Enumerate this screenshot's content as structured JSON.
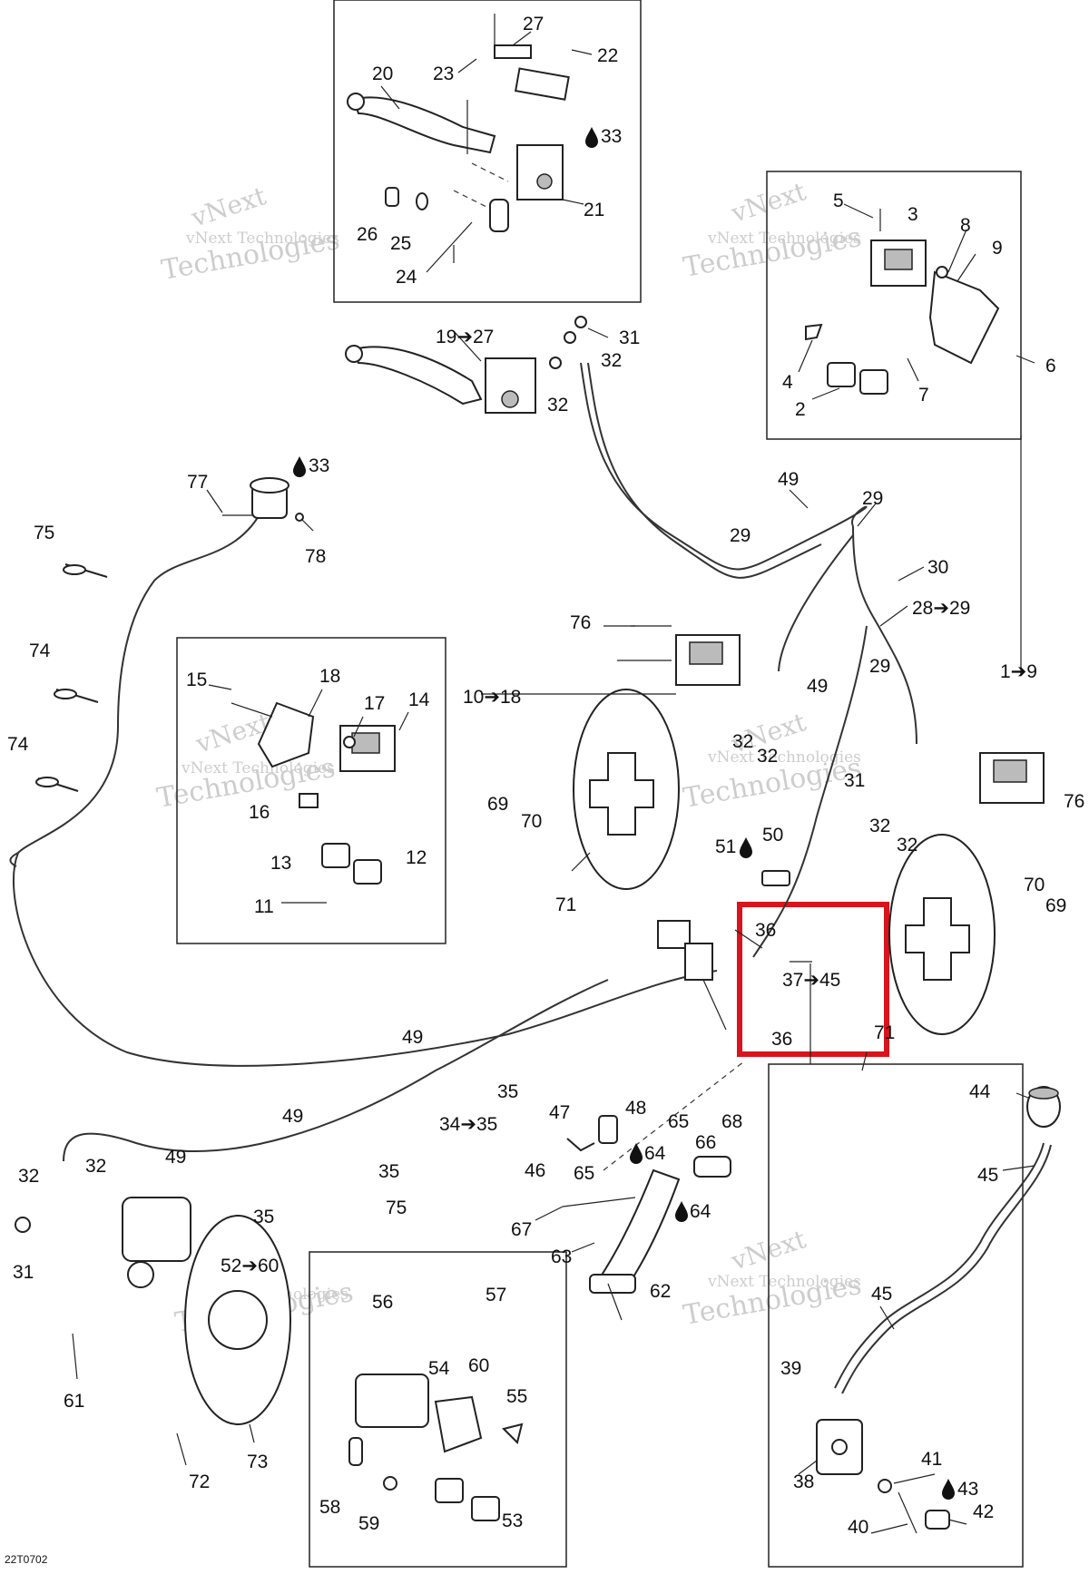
{
  "diagram": {
    "code": "22T0702",
    "watermark_lines": [
      "vNext",
      "vNext Technologies",
      "Technologies"
    ],
    "highlight_color": "#d9141c",
    "callouts": {
      "c20": "20",
      "c23": "23",
      "c27": "27",
      "c22": "22",
      "c33a": "33",
      "c21": "21",
      "c26": "26",
      "c25": "25",
      "c24": "24",
      "c19_27": "19➔27",
      "c31a": "31",
      "c32a": "32",
      "c32b": "32",
      "c5": "5",
      "c3": "3",
      "c8": "8",
      "c9": "9",
      "c4": "4",
      "c2": "2",
      "c7": "7",
      "c6": "6",
      "c77": "77",
      "c33b": "33",
      "c78": "78",
      "c75a": "75",
      "c74a": "74",
      "c74b": "74",
      "c49a": "49",
      "c29a": "29",
      "c29b": "29",
      "c30": "30",
      "c28_29": "28➔29",
      "c76a": "76",
      "c10_18": "10➔18",
      "c49b": "49",
      "c29c": "29",
      "c1_9": "1➔9",
      "c15": "15",
      "c18": "18",
      "c17": "17",
      "c14": "14",
      "c16": "16",
      "c12": "12",
      "c13": "13",
      "c11": "11",
      "c69a": "69",
      "c70a": "70",
      "c71a": "71",
      "c32c": "32",
      "c32d": "32",
      "c31b": "31",
      "c32e": "32",
      "c32f": "32",
      "c76b": "76",
      "c51": "51",
      "c50": "50",
      "c70b": "70",
      "c69b": "69",
      "c71b": "71",
      "c36a": "36",
      "c37_45": "37➔45",
      "c36b": "36",
      "c49c": "49",
      "c35a": "35",
      "c44": "44",
      "c45a": "45",
      "c47": "47",
      "c48": "48",
      "c49d": "49",
      "c34_35": "34➔35",
      "c65a": "65",
      "c66": "66",
      "c68": "68",
      "c46": "46",
      "c65b": "65",
      "c64a": "64",
      "c49e": "49",
      "c35b": "35",
      "c32g": "32",
      "c32h": "32",
      "c67": "67",
      "c64b": "64",
      "c35c": "35",
      "c75b": "75",
      "c31c": "31",
      "c63": "63",
      "c52_60": "52➔60",
      "c62": "62",
      "c45b": "45",
      "c56": "56",
      "c57": "57",
      "c61": "61",
      "c54": "54",
      "c60": "60",
      "c39": "39",
      "c55": "55",
      "c73": "73",
      "c72": "72",
      "c58": "58",
      "c59": "59",
      "c53": "53",
      "c38": "38",
      "c41": "41",
      "c43": "43",
      "c40": "40",
      "c42": "42"
    }
  }
}
